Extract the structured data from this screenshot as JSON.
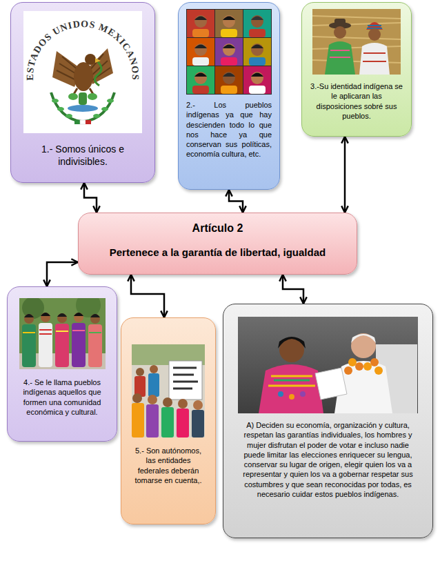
{
  "diagram": {
    "nodes": [
      {
        "text": [
          "1.- Somos únicos e indivisibles."
        ]
      },
      {
        "text": [
          "2.- Los pueblos indígenas ya que hay descienden todo lo que nos hace ya que conservan sus políticas, economía cultura, etc."
        ]
      },
      {
        "text": [
          "3.-Su identidad indígena se le aplicaran las disposiciones sobré sus pueblos."
        ]
      },
      {
        "text": [
          "Artículo 2",
          "Pertenece a la garantía de libertad, igualdad"
        ]
      },
      {
        "text": [
          "4.- Se le llama pueblos indígenas aquellos que formen una comunidad económica y cultural."
        ]
      },
      {
        "text": [
          "5.- Son autónomos, las entidades federales deberán tomarse en cuenta,."
        ]
      },
      {
        "text": [
          "A) Deciden su economía, organización y cultura, respetan las garantías individuales, los hombres y mujer disfrutan el poder de votar e incluso nadie puede limitar las elecciones enriquecer su lengua, conservar su lugar de origen, elegir quien los va a representar y quien los va a gobernar respetar sus costumbres y que sean reconocidas por todas, es necesario cuidar estos pueblos indígenas."
        ]
      }
    ],
    "edges": [
      {
        "from": 3,
        "to": 0,
        "arrow": "both"
      },
      {
        "from": 3,
        "to": 1,
        "arrow": "both"
      },
      {
        "from": 3,
        "to": 2,
        "arrow": "both"
      },
      {
        "from": 3,
        "to": 4,
        "arrow": "both"
      },
      {
        "from": 3,
        "to": 5,
        "arrow": "both"
      },
      {
        "from": 3,
        "to": 6,
        "arrow": "both"
      }
    ],
    "labels": [
      "ESTADOS UNIDOS MEXICANOS"
    ]
  }
}
